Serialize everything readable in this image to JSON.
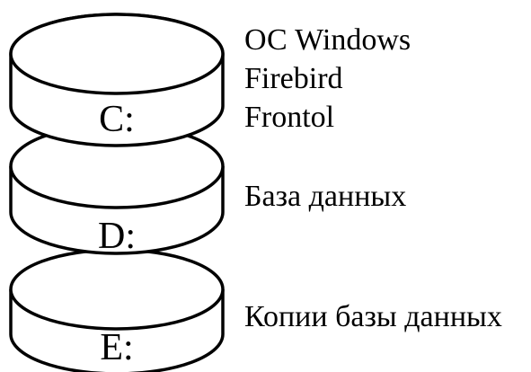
{
  "disks": [
    {
      "letter": "C:",
      "contents": [
        "ОС Windows",
        "Firebird",
        "Frontol"
      ]
    },
    {
      "letter": "D:",
      "contents": [
        "База данных"
      ]
    },
    {
      "letter": "E:",
      "contents": [
        "Копии базы данных"
      ]
    }
  ],
  "colors": {
    "stroke": "#000000",
    "fill": "#ffffff",
    "text": "#000000"
  }
}
